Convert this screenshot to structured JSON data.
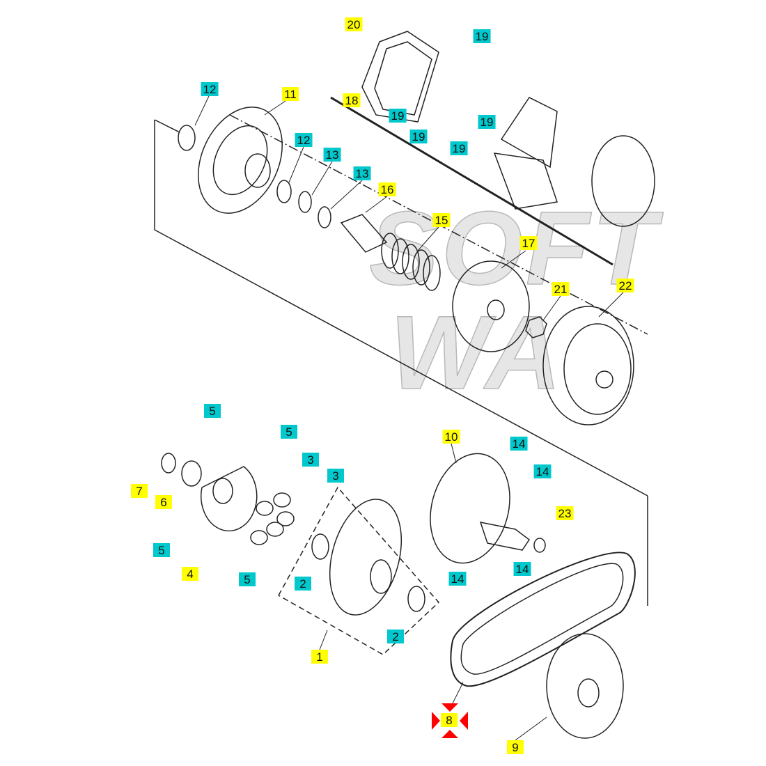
{
  "diagram": {
    "watermark_text": "SOFT",
    "watermark_text2": "WA",
    "colors": {
      "yellow_label": "#ffff00",
      "cyan_label": "#00c8cc",
      "highlight_marker": "#ff0000"
    },
    "labels": [
      {
        "text": "20"
      },
      {
        "text": "19"
      },
      {
        "text": "18"
      },
      {
        "text": "19"
      },
      {
        "text": "19"
      },
      {
        "text": "19"
      },
      {
        "text": "19"
      },
      {
        "text": "12"
      },
      {
        "text": "11"
      },
      {
        "text": "12"
      },
      {
        "text": "13"
      },
      {
        "text": "13"
      },
      {
        "text": "16"
      },
      {
        "text": "15"
      },
      {
        "text": "17"
      },
      {
        "text": "21"
      },
      {
        "text": "22"
      },
      {
        "text": "5"
      },
      {
        "text": "5"
      },
      {
        "text": "3"
      },
      {
        "text": "3"
      },
      {
        "text": "7"
      },
      {
        "text": "6"
      },
      {
        "text": "5"
      },
      {
        "text": "4"
      },
      {
        "text": "5"
      },
      {
        "text": "10"
      },
      {
        "text": "14"
      },
      {
        "text": "14"
      },
      {
        "text": "23"
      },
      {
        "text": "14"
      },
      {
        "text": "14"
      },
      {
        "text": "2"
      },
      {
        "text": "2"
      },
      {
        "text": "1"
      },
      {
        "text": "8"
      },
      {
        "text": "9"
      }
    ]
  }
}
